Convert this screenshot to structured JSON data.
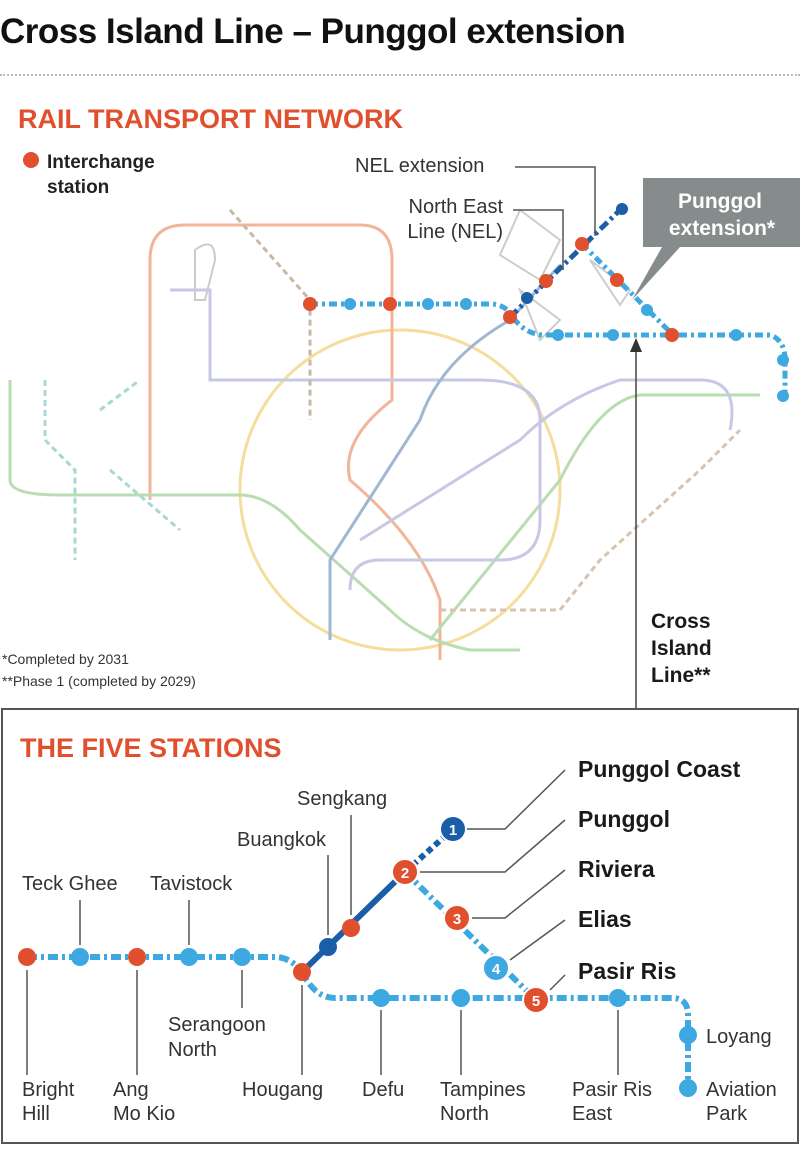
{
  "title": "Cross Island Line – Punggol extension",
  "network": {
    "heading": "RAIL TRANSPORT NETWORK",
    "legend_line1": "Interchange",
    "legend_line2": "station",
    "nel_extension": "NEL extension",
    "nel_line1": "North East",
    "nel_line2": "Line (NEL)",
    "callout_line1": "Punggol",
    "callout_line2": "extension*",
    "cril_line1": "Cross",
    "cril_line2": "Island",
    "cril_line3": "Line**",
    "note1": "*Completed by 2031",
    "note2": "**Phase 1 (completed by 2029)"
  },
  "stations_section": {
    "heading": "THE FIVE STATIONS",
    "new_stations": [
      {
        "number": "1",
        "name": "Punggol Coast"
      },
      {
        "number": "2",
        "name": "Punggol"
      },
      {
        "number": "3",
        "name": "Riviera"
      },
      {
        "number": "4",
        "name": "Elias"
      },
      {
        "number": "5",
        "name": "Pasir Ris"
      }
    ],
    "other": {
      "teck_ghee": "Teck Ghee",
      "tavistock": "Tavistock",
      "serangoon_north_1": "Serangoon",
      "serangoon_north_2": "North",
      "bright_hill_1": "Bright",
      "bright_hill_2": "Hill",
      "ang_mo_kio_1": "Ang",
      "ang_mo_kio_2": "Mo Kio",
      "hougang": "Hougang",
      "defu": "Defu",
      "tampines_north_1": "Tampines",
      "tampines_north_2": "North",
      "pasir_ris_east_1": "Pasir Ris",
      "pasir_ris_east_2": "East",
      "loyang": "Loyang",
      "aviation_park_1": "Aviation",
      "aviation_park_2": "Park",
      "sengkang": "Sengkang",
      "buangkok": "Buangkok"
    }
  },
  "colors": {
    "interchange": "#e0502e",
    "cril": "#3ea8e0",
    "nel": "#1b5ea8",
    "callout": "#868b8c"
  }
}
